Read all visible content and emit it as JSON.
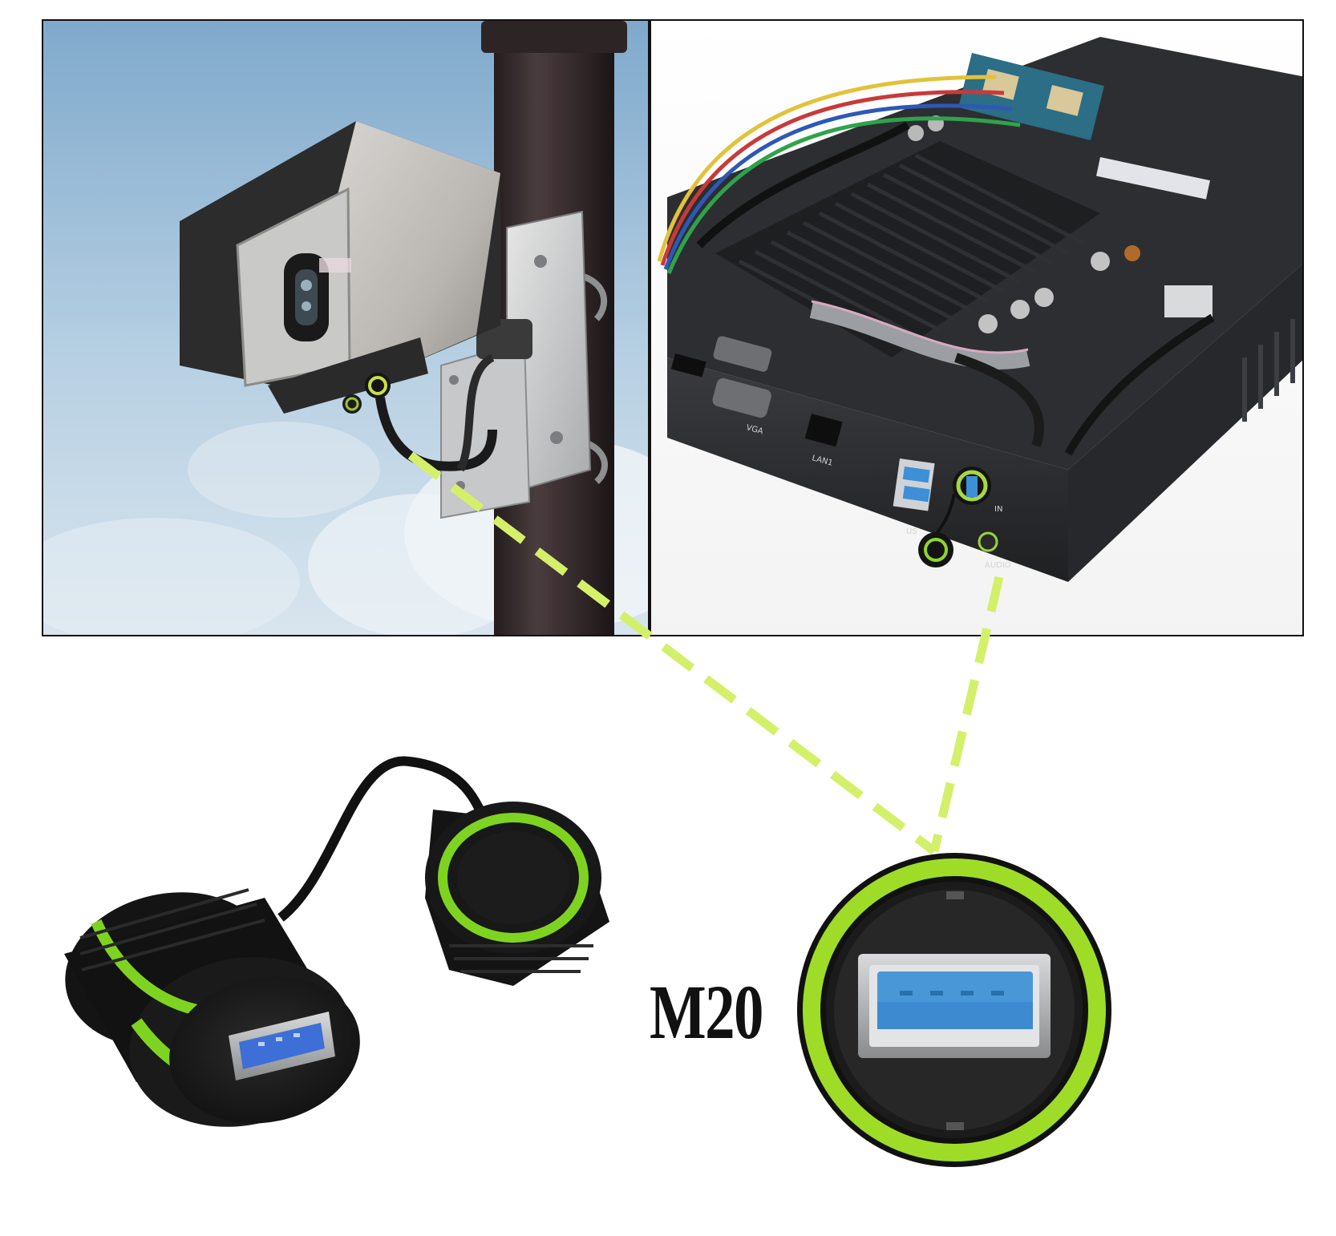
{
  "scene": {
    "label_m20": "M20",
    "port_labels": {
      "vga": "VGA",
      "lan": "LAN1",
      "usb": "US",
      "in": "IN",
      "audio": "AUDIO"
    }
  },
  "colors": {
    "accent_green": "#8fd62a",
    "dash_green": "#d8f36a",
    "connector_black": "#151515",
    "usb_blue": "#3d8fd6",
    "sky": "#a9c7df",
    "pole": "#3a2f30",
    "case_dark": "#2b2c2f"
  },
  "icons": [
    "security-camera-icon",
    "mini-pc-icon",
    "waterproof-usb-connector-icon",
    "usb-port-closeup-icon",
    "dust-cap-icon"
  ]
}
